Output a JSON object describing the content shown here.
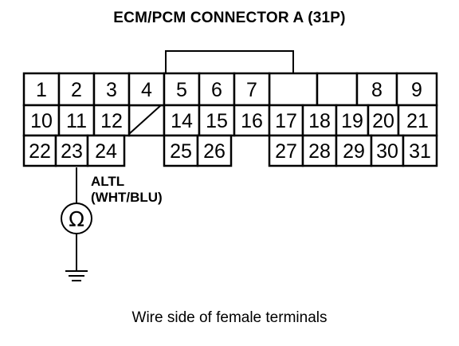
{
  "title": "ECM/PCM CONNECTOR A (31P)",
  "caption": "Wire side of female terminals",
  "callout": {
    "name": "ALTL",
    "color_code": "(WHT/BLU)"
  },
  "meter_symbol": "Ω",
  "terminals": [
    {
      "label": "1"
    },
    {
      "label": "2"
    },
    {
      "label": "3"
    },
    {
      "label": "4"
    },
    {
      "label": "5"
    },
    {
      "label": "6"
    },
    {
      "label": "7"
    },
    {
      "label": "8"
    },
    {
      "label": "9"
    },
    {
      "label": "10"
    },
    {
      "label": "11"
    },
    {
      "label": "12"
    },
    {
      "label": "14"
    },
    {
      "label": "15"
    },
    {
      "label": "16"
    },
    {
      "label": "17"
    },
    {
      "label": "18"
    },
    {
      "label": "19"
    },
    {
      "label": "20"
    },
    {
      "label": "21"
    },
    {
      "label": "22"
    },
    {
      "label": "23"
    },
    {
      "label": "24"
    },
    {
      "label": "25"
    },
    {
      "label": "26"
    },
    {
      "label": "27"
    },
    {
      "label": "28"
    },
    {
      "label": "29"
    },
    {
      "label": "30"
    },
    {
      "label": "31"
    }
  ]
}
